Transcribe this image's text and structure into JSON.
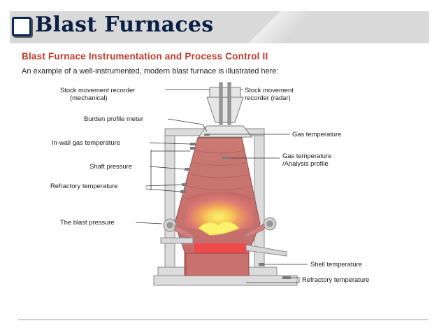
{
  "slide": {
    "title": "Blast Furnaces",
    "heading": "Blast Furnace Instrumentation and Process Control II",
    "subheading": "An example of a well-instrumented, modern blast furnace is illustrated here:"
  },
  "labels": {
    "stock_mech_1": "Stock movement recorder",
    "stock_mech_2": "(mechanical)",
    "stock_radar_1": "Stock movement",
    "stock_radar_2": "recorder (radar)",
    "burden_profile": "Burden profile meter",
    "gas_temp": "Gas temperature",
    "inwall_gas_temp": "In-wall gas temperature",
    "gas_temp_analysis_1": "Gas temperature",
    "gas_temp_analysis_2": "/Analysis profile",
    "shaft_pressure": "Shaft pressure",
    "refractory_temp_left": "Refractory temperature",
    "blast_pressure": "The blast pressure",
    "shell_temp": "Shell temperature",
    "refractory_temp_bottom": "Refractory temperature"
  },
  "colors": {
    "heading": "#c0392b",
    "title": "#0b1f44",
    "shell": "#c56a6a",
    "hot_core": "#f5e96a"
  }
}
